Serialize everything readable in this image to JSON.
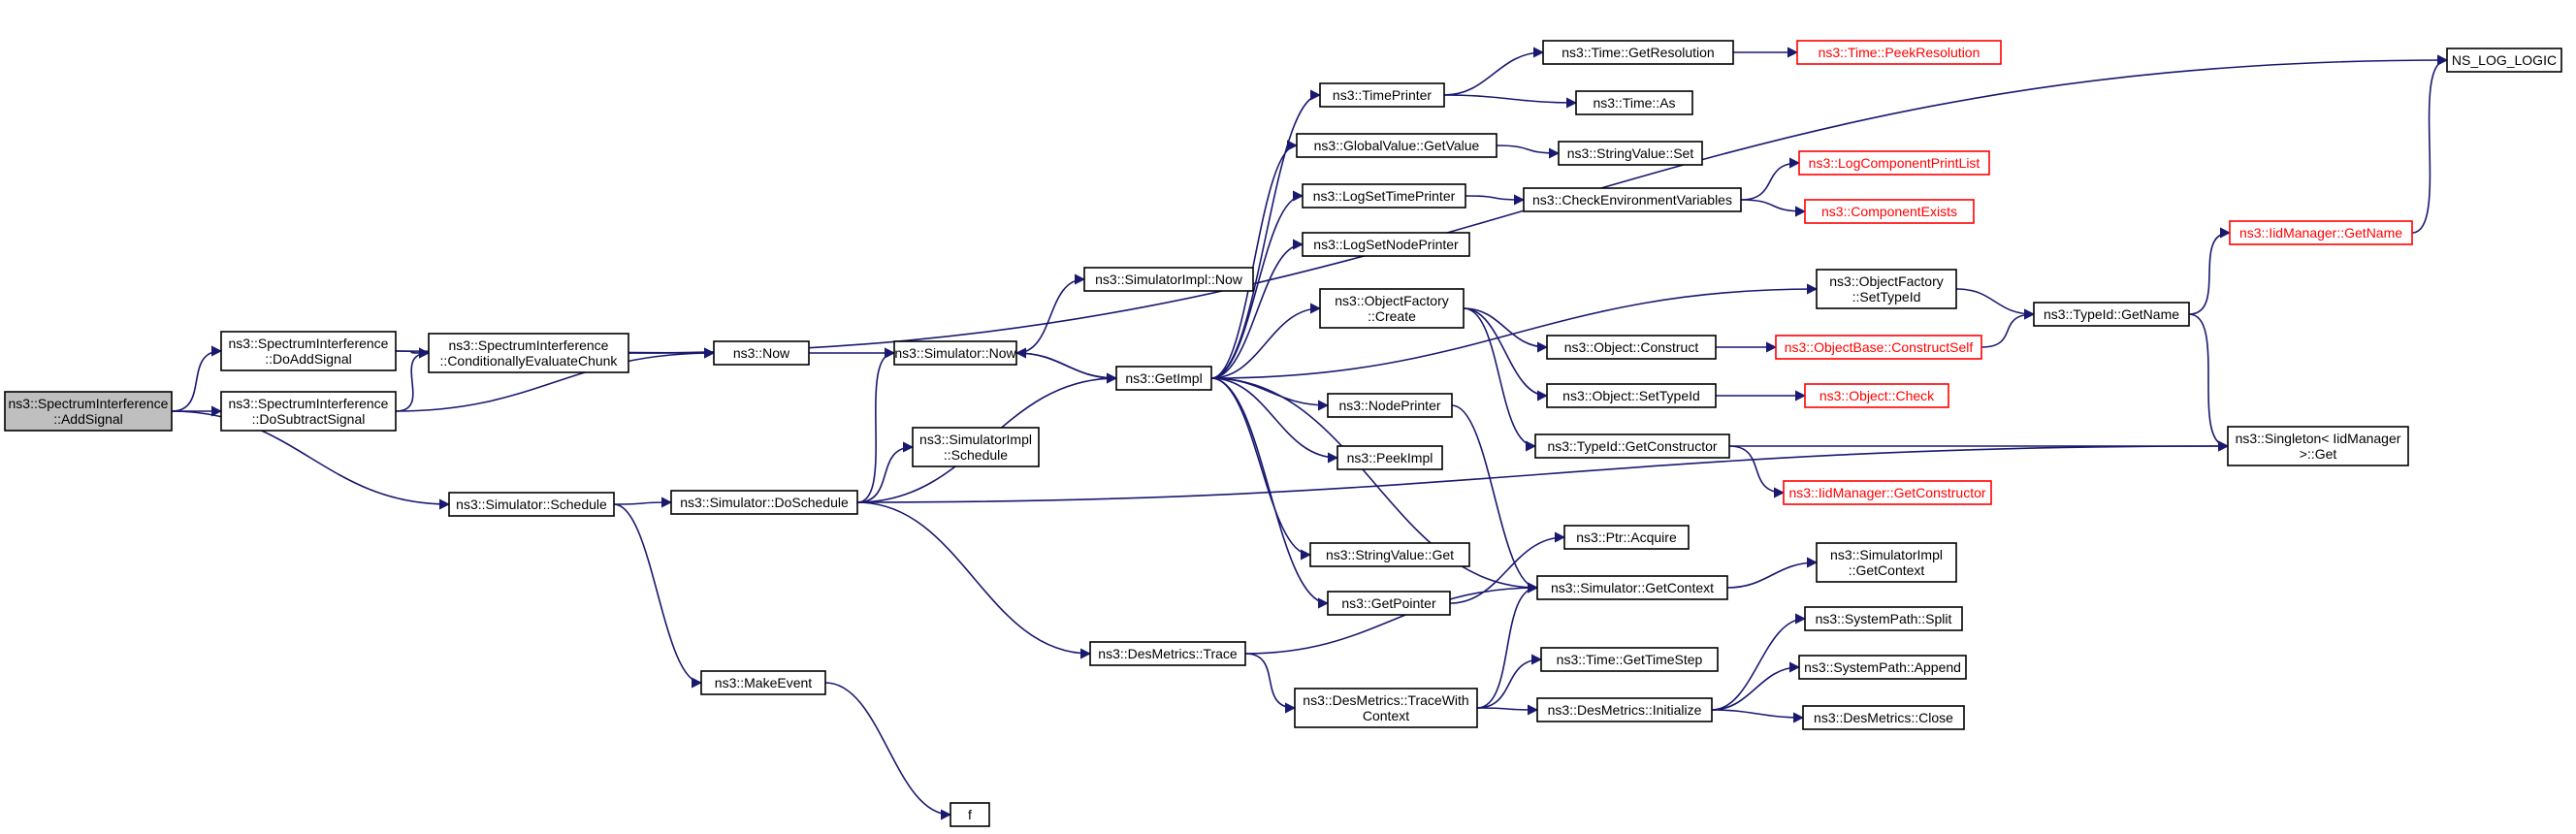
{
  "colors": {
    "edge": "#191970",
    "root_fill": "#bfbfbf",
    "truncated_border": "#ff0000"
  },
  "nodes": {
    "add_signal": {
      "lines": [
        "ns3::SpectrumInterference",
        "::AddSignal"
      ],
      "kind": "root"
    },
    "do_add_signal": {
      "lines": [
        "ns3::SpectrumInterference",
        "::DoAddSignal"
      ],
      "kind": "normal"
    },
    "do_subtract_signal": {
      "lines": [
        "ns3::SpectrumInterference",
        "::DoSubtractSignal"
      ],
      "kind": "normal"
    },
    "cond_eval_chunk": {
      "lines": [
        "ns3::SpectrumInterference",
        "::ConditionallyEvaluateChunk"
      ],
      "kind": "normal"
    },
    "now": {
      "lines": [
        "ns3::Now"
      ],
      "kind": "normal"
    },
    "simulator_now": {
      "lines": [
        "ns3::Simulator::Now"
      ],
      "kind": "normal"
    },
    "simulator_schedule": {
      "lines": [
        "ns3::Simulator::Schedule"
      ],
      "kind": "normal"
    },
    "simulator_doschedule": {
      "lines": [
        "ns3::Simulator::DoSchedule"
      ],
      "kind": "normal"
    },
    "make_event": {
      "lines": [
        "ns3::MakeEvent"
      ],
      "kind": "normal"
    },
    "f": {
      "lines": [
        "f"
      ],
      "kind": "normal"
    },
    "simimpl_now": {
      "lines": [
        "ns3::SimulatorImpl::Now"
      ],
      "kind": "normal"
    },
    "simimpl_schedule": {
      "lines": [
        "ns3::SimulatorImpl",
        "::Schedule"
      ],
      "kind": "normal"
    },
    "get_impl": {
      "lines": [
        "ns3::GetImpl"
      ],
      "kind": "normal"
    },
    "des_trace": {
      "lines": [
        "ns3::DesMetrics::Trace"
      ],
      "kind": "normal"
    },
    "des_trace_ctx": {
      "lines": [
        "ns3::DesMetrics::TraceWith",
        "Context"
      ],
      "kind": "normal"
    },
    "time_printer": {
      "lines": [
        "ns3::TimePrinter"
      ],
      "kind": "normal"
    },
    "globalvalue_getvalue": {
      "lines": [
        "ns3::GlobalValue::GetValue"
      ],
      "kind": "normal"
    },
    "log_set_time_printer": {
      "lines": [
        "ns3::LogSetTimePrinter"
      ],
      "kind": "normal"
    },
    "log_set_node_printer": {
      "lines": [
        "ns3::LogSetNodePrinter"
      ],
      "kind": "normal"
    },
    "objfactory_create": {
      "lines": [
        "ns3::ObjectFactory",
        "::Create"
      ],
      "kind": "normal"
    },
    "node_printer": {
      "lines": [
        "ns3::NodePrinter"
      ],
      "kind": "normal"
    },
    "peek_impl": {
      "lines": [
        "ns3::PeekImpl"
      ],
      "kind": "normal"
    },
    "stringvalue_get": {
      "lines": [
        "ns3::StringValue::Get"
      ],
      "kind": "normal"
    },
    "get_pointer": {
      "lines": [
        "ns3::GetPointer"
      ],
      "kind": "normal"
    },
    "time_getresolution": {
      "lines": [
        "ns3::Time::GetResolution"
      ],
      "kind": "normal"
    },
    "time_peekresolution": {
      "lines": [
        "ns3::Time::PeekResolution"
      ],
      "kind": "red"
    },
    "time_as": {
      "lines": [
        "ns3::Time::As"
      ],
      "kind": "normal"
    },
    "stringvalue_set": {
      "lines": [
        "ns3::StringValue::Set"
      ],
      "kind": "normal"
    },
    "check_env_vars": {
      "lines": [
        "ns3::CheckEnvironmentVariables"
      ],
      "kind": "normal"
    },
    "log_component_print_list": {
      "lines": [
        "ns3::LogComponentPrintList"
      ],
      "kind": "red"
    },
    "component_exists": {
      "lines": [
        "ns3::ComponentExists"
      ],
      "kind": "red"
    },
    "object_construct": {
      "lines": [
        "ns3::Object::Construct"
      ],
      "kind": "normal"
    },
    "objectbase_constructself": {
      "lines": [
        "ns3::ObjectBase::ConstructSelf"
      ],
      "kind": "red"
    },
    "object_settypeid": {
      "lines": [
        "ns3::Object::SetTypeId"
      ],
      "kind": "normal"
    },
    "object_check": {
      "lines": [
        "ns3::Object::Check"
      ],
      "kind": "red"
    },
    "typeid_getconstructor": {
      "lines": [
        "ns3::TypeId::GetConstructor"
      ],
      "kind": "normal"
    },
    "iidmanager_getconstructor": {
      "lines": [
        "ns3::IidManager::GetConstructor"
      ],
      "kind": "red"
    },
    "ptr_acquire": {
      "lines": [
        "ns3::Ptr::Acquire"
      ],
      "kind": "normal"
    },
    "simulator_getcontext": {
      "lines": [
        "ns3::Simulator::GetContext"
      ],
      "kind": "normal"
    },
    "time_gettimestep": {
      "lines": [
        "ns3::Time::GetTimeStep"
      ],
      "kind": "normal"
    },
    "des_initialize": {
      "lines": [
        "ns3::DesMetrics::Initialize"
      ],
      "kind": "normal"
    },
    "objfactory_settypeid": {
      "lines": [
        "ns3::ObjectFactory",
        "::SetTypeId"
      ],
      "kind": "normal"
    },
    "typeid_getname": {
      "lines": [
        "ns3::TypeId::GetName"
      ],
      "kind": "normal"
    },
    "simimpl_getcontext": {
      "lines": [
        "ns3::SimulatorImpl",
        "::GetContext"
      ],
      "kind": "normal"
    },
    "systempath_split": {
      "lines": [
        "ns3::SystemPath::Split"
      ],
      "kind": "normal"
    },
    "systempath_append": {
      "lines": [
        "ns3::SystemPath::Append"
      ],
      "kind": "normal"
    },
    "des_close": {
      "lines": [
        "ns3::DesMetrics::Close"
      ],
      "kind": "normal"
    },
    "ns_log_logic": {
      "lines": [
        "NS_LOG_LOGIC"
      ],
      "kind": "normal"
    },
    "iidmanager_getname": {
      "lines": [
        "ns3::IidManager::GetName"
      ],
      "kind": "red"
    },
    "singleton_get": {
      "lines": [
        "ns3::Singleton< IidManager",
        " >::Get"
      ],
      "kind": "normal"
    }
  },
  "edges": [
    [
      "add_signal",
      "do_add_signal"
    ],
    [
      "add_signal",
      "do_subtract_signal"
    ],
    [
      "add_signal",
      "simulator_schedule"
    ],
    [
      "do_add_signal",
      "cond_eval_chunk"
    ],
    [
      "do_add_signal",
      "now"
    ],
    [
      "do_subtract_signal",
      "cond_eval_chunk"
    ],
    [
      "do_subtract_signal",
      "now"
    ],
    [
      "cond_eval_chunk",
      "now"
    ],
    [
      "cond_eval_chunk",
      "ns_log_logic"
    ],
    [
      "now",
      "simulator_now"
    ],
    [
      "simulator_now",
      "simimpl_now"
    ],
    [
      "simulator_now",
      "get_impl"
    ],
    [
      "simulator_schedule",
      "simulator_doschedule"
    ],
    [
      "simulator_schedule",
      "make_event"
    ],
    [
      "make_event",
      "f"
    ],
    [
      "simulator_doschedule",
      "simulator_now"
    ],
    [
      "simulator_doschedule",
      "simimpl_schedule"
    ],
    [
      "simulator_doschedule",
      "get_impl"
    ],
    [
      "simulator_doschedule",
      "des_trace"
    ],
    [
      "simulator_doschedule",
      "singleton_get"
    ],
    [
      "get_impl",
      "simulator_now"
    ],
    [
      "get_impl",
      "time_printer"
    ],
    [
      "get_impl",
      "globalvalue_getvalue"
    ],
    [
      "get_impl",
      "log_set_time_printer"
    ],
    [
      "get_impl",
      "log_set_node_printer"
    ],
    [
      "get_impl",
      "objfactory_settypeid"
    ],
    [
      "get_impl",
      "objfactory_create"
    ],
    [
      "get_impl",
      "node_printer"
    ],
    [
      "get_impl",
      "peek_impl"
    ],
    [
      "get_impl",
      "stringvalue_get"
    ],
    [
      "get_impl",
      "get_pointer"
    ],
    [
      "get_impl",
      "simulator_getcontext"
    ],
    [
      "time_printer",
      "time_getresolution"
    ],
    [
      "time_printer",
      "time_as"
    ],
    [
      "time_getresolution",
      "time_peekresolution"
    ],
    [
      "globalvalue_getvalue",
      "stringvalue_set"
    ],
    [
      "log_set_time_printer",
      "check_env_vars"
    ],
    [
      "check_env_vars",
      "log_component_print_list"
    ],
    [
      "check_env_vars",
      "component_exists"
    ],
    [
      "objfactory_create",
      "object_construct"
    ],
    [
      "objfactory_create",
      "object_settypeid"
    ],
    [
      "objfactory_create",
      "typeid_getconstructor"
    ],
    [
      "object_construct",
      "objectbase_constructself"
    ],
    [
      "objectbase_constructself",
      "typeid_getname"
    ],
    [
      "object_settypeid",
      "object_check"
    ],
    [
      "typeid_getconstructor",
      "iidmanager_getconstructor"
    ],
    [
      "typeid_getconstructor",
      "singleton_get"
    ],
    [
      "objfactory_settypeid",
      "typeid_getname"
    ],
    [
      "typeid_getname",
      "iidmanager_getname"
    ],
    [
      "typeid_getname",
      "singleton_get"
    ],
    [
      "iidmanager_getname",
      "ns_log_logic"
    ],
    [
      "node_printer",
      "simulator_getcontext"
    ],
    [
      "get_pointer",
      "ptr_acquire"
    ],
    [
      "des_trace",
      "simulator_getcontext"
    ],
    [
      "des_trace",
      "des_trace_ctx"
    ],
    [
      "des_trace_ctx",
      "simulator_getcontext"
    ],
    [
      "des_trace_ctx",
      "time_gettimestep"
    ],
    [
      "des_trace_ctx",
      "des_initialize"
    ],
    [
      "des_initialize",
      "systempath_split"
    ],
    [
      "des_initialize",
      "systempath_append"
    ],
    [
      "des_initialize",
      "des_close"
    ],
    [
      "simulator_getcontext",
      "simimpl_getcontext"
    ]
  ]
}
